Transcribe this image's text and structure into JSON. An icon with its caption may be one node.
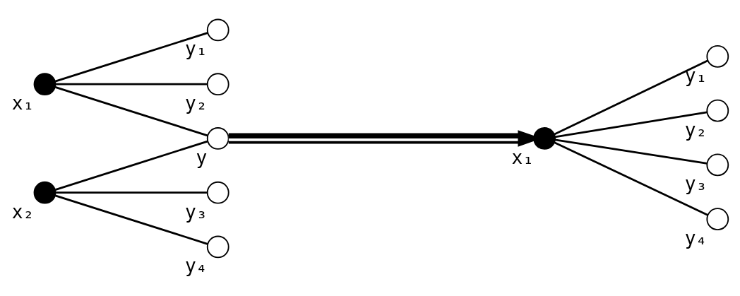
{
  "diagram": {
    "nodes": [
      {
        "text": [],
        "shape": "dot",
        "beside": [
          "x₁"
        ]
      },
      {
        "text": [],
        "shape": "dot",
        "beside": [
          "x₂"
        ]
      },
      {
        "text": [],
        "shape": "circle",
        "beside": [
          "y₁"
        ]
      },
      {
        "text": [],
        "shape": "circle",
        "beside": [
          "y₂"
        ]
      },
      {
        "text": [],
        "shape": "circle",
        "beside": [
          "y"
        ]
      },
      {
        "text": [],
        "shape": "circle",
        "beside": [
          "y₃"
        ]
      },
      {
        "text": [],
        "shape": "circle",
        "beside": [
          "y₄"
        ]
      },
      {
        "text": [],
        "shape": "dot",
        "beside": [
          "x₁"
        ]
      },
      {
        "text": [],
        "shape": "circle",
        "beside": [
          "y₁"
        ]
      },
      {
        "text": [],
        "shape": "circle",
        "beside": [
          "y₂"
        ]
      },
      {
        "text": [],
        "shape": "circle",
        "beside": [
          "y₃"
        ]
      },
      {
        "text": [],
        "shape": "circle",
        "beside": [
          "y₄"
        ]
      }
    ],
    "edges": [
      {
        "from": 0,
        "to": 2,
        "arrow": "none"
      },
      {
        "from": 0,
        "to": 3,
        "arrow": "none"
      },
      {
        "from": 0,
        "to": 4,
        "arrow": "none"
      },
      {
        "from": 1,
        "to": 4,
        "arrow": "none"
      },
      {
        "from": 1,
        "to": 5,
        "arrow": "none"
      },
      {
        "from": 1,
        "to": 6,
        "arrow": "none"
      },
      {
        "from": 4,
        "to": 7,
        "arrow": "to",
        "style": "thick"
      },
      {
        "from": 7,
        "to": 8,
        "arrow": "none"
      },
      {
        "from": 7,
        "to": 9,
        "arrow": "none"
      },
      {
        "from": 7,
        "to": 10,
        "arrow": "none"
      },
      {
        "from": 7,
        "to": 11,
        "arrow": "none"
      }
    ]
  }
}
